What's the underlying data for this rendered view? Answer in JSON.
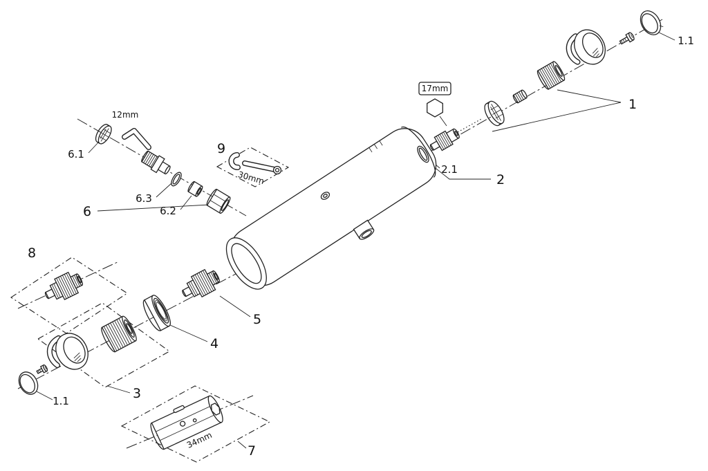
{
  "diagram": {
    "background": "#ffffff",
    "line_color": "#222222",
    "parts": {
      "p1": "1",
      "p1_1": "1.1",
      "p2": "2",
      "p2_1": "2.1",
      "p3": "3",
      "p4": "4",
      "p5": "5",
      "p6": "6",
      "p6_1": "6.1",
      "p6_2": "6.2",
      "p6_3": "6.3",
      "p7": "7",
      "p8": "8",
      "p9": "9",
      "p1_1b": "1.1"
    },
    "dims": {
      "allen": "12mm",
      "hex": "17mm",
      "wrench": "30mm",
      "socket": "34mm"
    }
  }
}
